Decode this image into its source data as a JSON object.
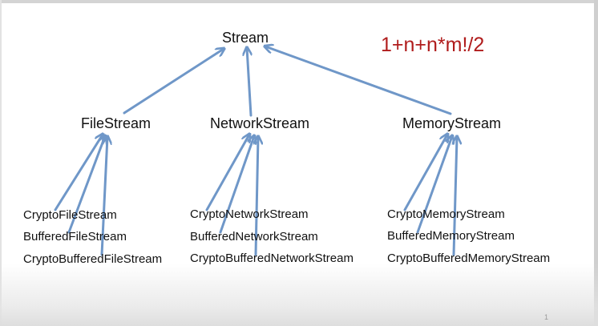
{
  "diagram": {
    "root": "Stream",
    "formula": "1+n+n*m!/2",
    "page_number": "1",
    "arrow_color": "#6f97c8",
    "formula_color": "#b01c1c",
    "branches": [
      {
        "name": "FileStream",
        "decorators": [
          "CryptoFileStream",
          "BufferedFileStream",
          "CryptoBufferedFileStream"
        ]
      },
      {
        "name": "NetworkStream",
        "decorators": [
          "CryptoNetworkStream",
          "BufferedNetworkStream",
          "CryptoBufferedNetworkStream"
        ]
      },
      {
        "name": "MemoryStream",
        "decorators": [
          "CryptoMemoryStream",
          "BufferedMemoryStream",
          "CryptoBufferedMemoryStream"
        ]
      }
    ]
  }
}
